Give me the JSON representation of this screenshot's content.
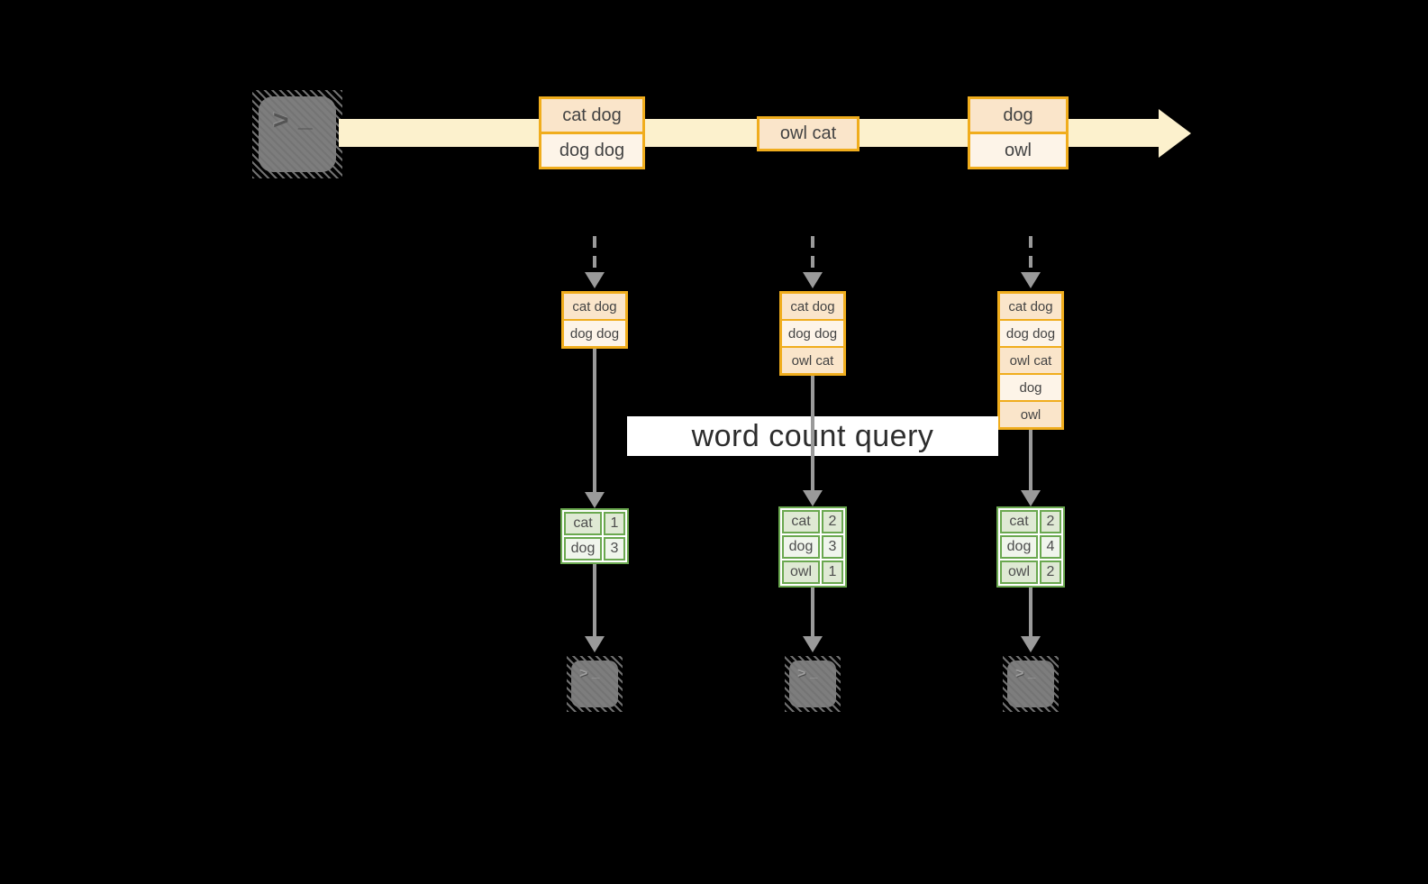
{
  "colors": {
    "orange": "#f0ad1d",
    "cream": "#fcf1cd",
    "peach": "#fae5ca",
    "peach-light": "#fdf4e8",
    "green": "#6aa84f",
    "green-dark": "#dfe9d4",
    "green-light": "#f0f5ec",
    "gray-arrow": "#9a9a9a",
    "terminal-gray": "#7d7d7d",
    "banner-bg": "#ffffff",
    "text-dark": "#434343"
  },
  "terminal": {
    "prompt": ">",
    "cursor": "_"
  },
  "stream": {
    "events": [
      {
        "lines": [
          "cat dog",
          "dog dog"
        ]
      },
      {
        "lines": [
          "owl cat"
        ]
      },
      {
        "lines": [
          "dog",
          "owl"
        ]
      }
    ]
  },
  "query": {
    "label": "word count query"
  },
  "columns": [
    {
      "buffer": [
        "cat dog",
        "dog dog"
      ],
      "counts": [
        {
          "word": "cat",
          "count": "1"
        },
        {
          "word": "dog",
          "count": "3"
        }
      ]
    },
    {
      "buffer": [
        "cat dog",
        "dog dog",
        "owl cat"
      ],
      "counts": [
        {
          "word": "cat",
          "count": "2"
        },
        {
          "word": "dog",
          "count": "3"
        },
        {
          "word": "owl",
          "count": "1"
        }
      ]
    },
    {
      "buffer": [
        "cat dog",
        "dog dog",
        "owl cat",
        "dog",
        "owl"
      ],
      "counts": [
        {
          "word": "cat",
          "count": "2"
        },
        {
          "word": "dog",
          "count": "4"
        },
        {
          "word": "owl",
          "count": "2"
        }
      ]
    }
  ]
}
